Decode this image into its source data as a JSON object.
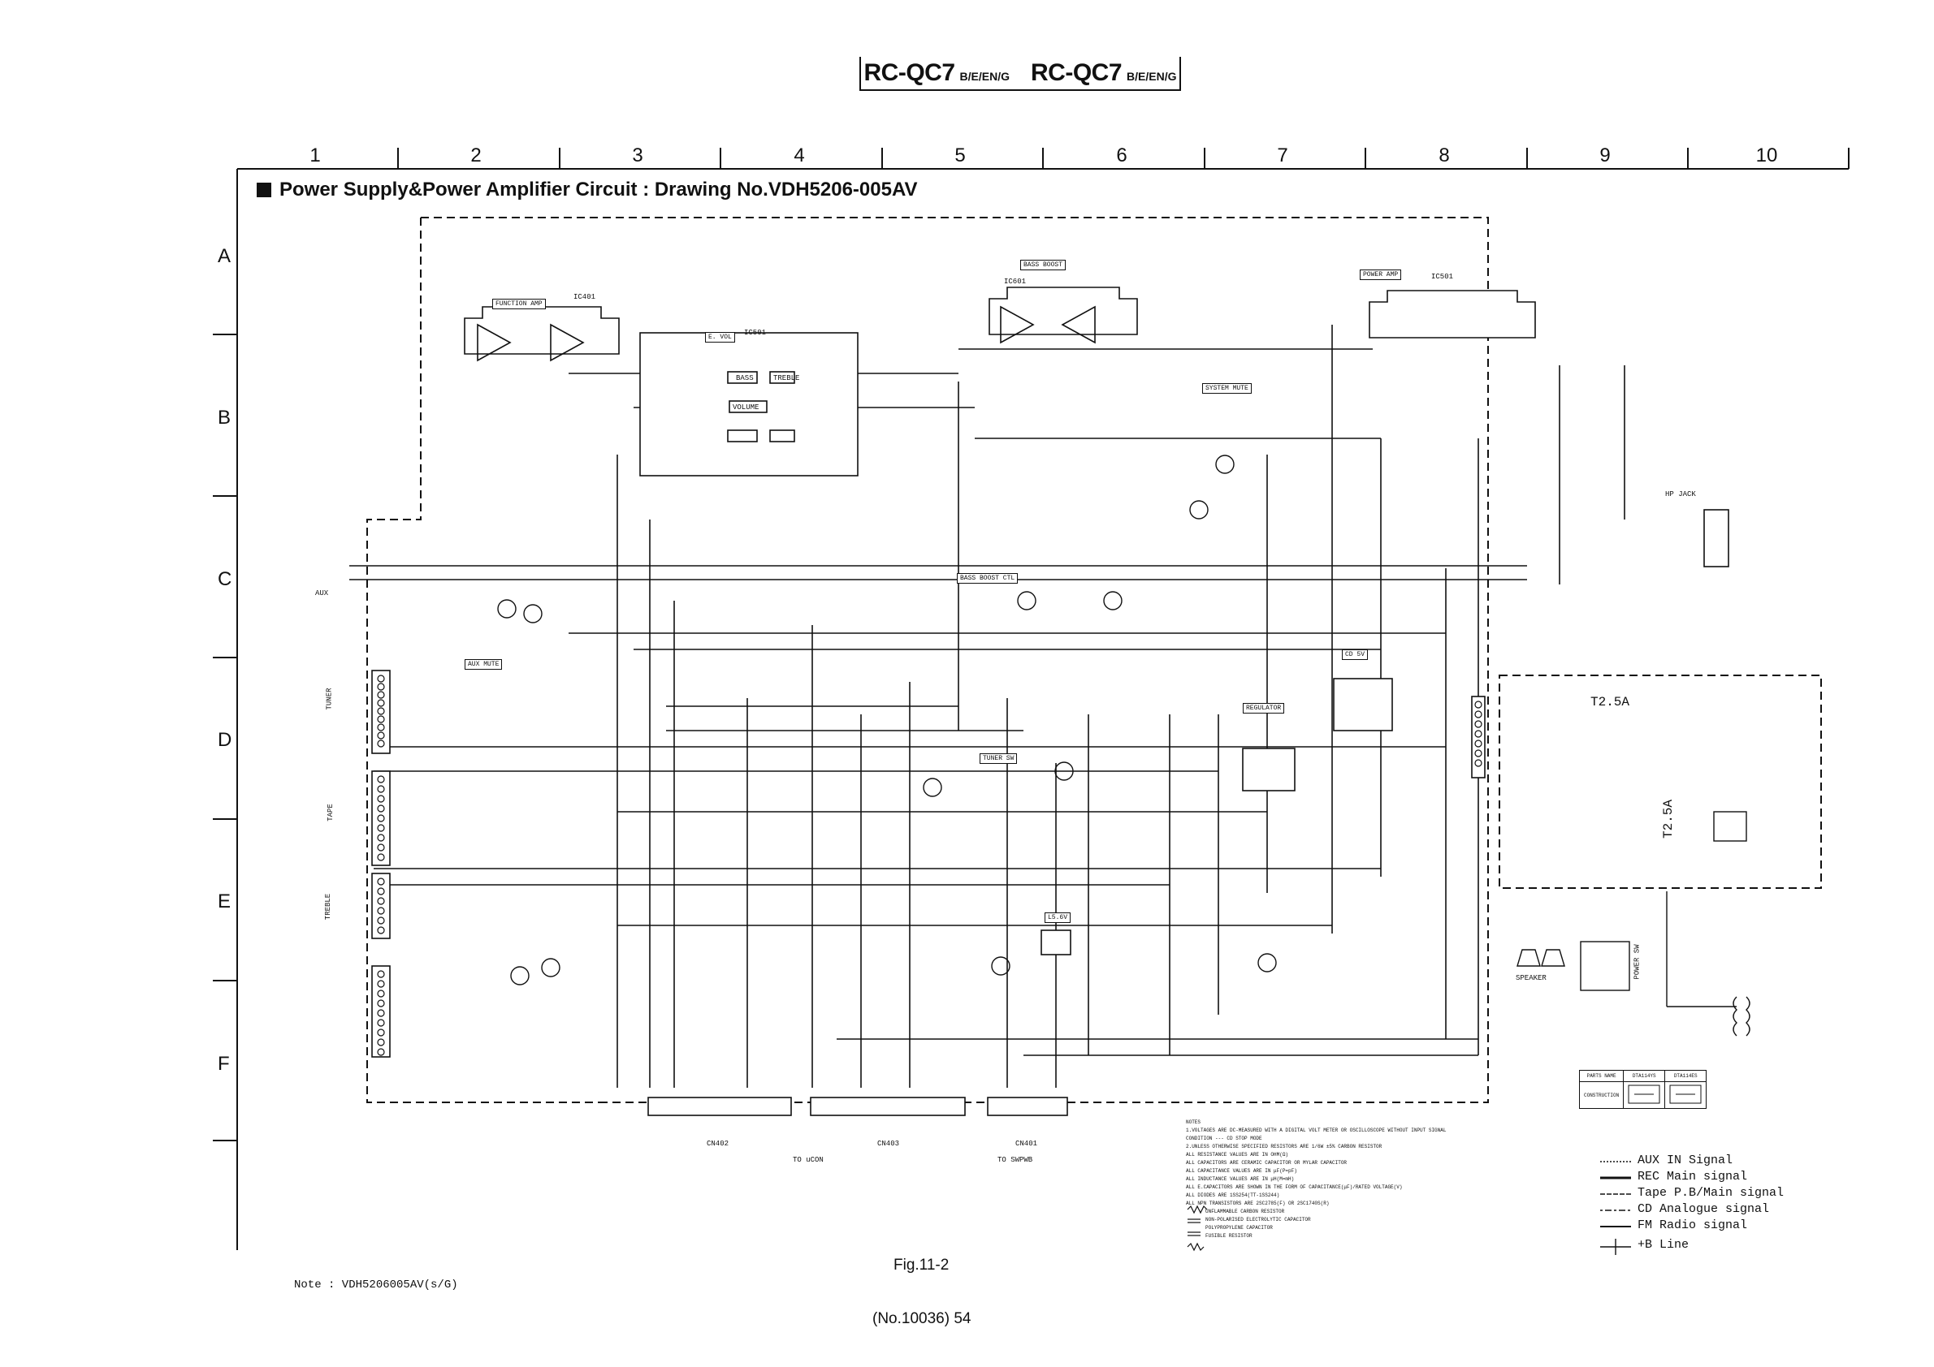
{
  "header": {
    "models": [
      {
        "model": "RC-QC7",
        "suffix": "B/E/EN/G"
      },
      {
        "model": "RC-QC7",
        "suffix": "B/E/EN/G"
      }
    ]
  },
  "grid": {
    "columns": [
      "1",
      "2",
      "3",
      "4",
      "5",
      "6",
      "7",
      "8",
      "9",
      "10"
    ],
    "rows": [
      "A",
      "B",
      "C",
      "D",
      "E",
      "F"
    ]
  },
  "title": "Power Supply&Power Amplifier Circuit : Drawing No.VDH5206-005AV",
  "blocks": {
    "function_amp": "FUNCTION AMP",
    "function_amp_ic": "IC401",
    "e_vol": "E. VOL",
    "e_vol_ic": "IC501",
    "bass_boost": "BASS BOOST",
    "bass_boost_ic": "IC601",
    "bass_boost_ctl": "BASS BOOST CTL",
    "power_amp": "POWER AMP",
    "power_amp_ic": "IC501",
    "system_mute": "SYSTEM MUTE",
    "aux_mute": "AUX MUTE",
    "cd_5v": "CD 5V",
    "regulator": "REGULATOR",
    "tuner_sw": "TUNER SW",
    "l5_5v": "L5.6V",
    "hp_jack": "HP JACK",
    "aux": "AUX",
    "bass": "BASS",
    "treble": "TREBLE",
    "volume": "VOLUME",
    "fuse_1": "T2.5A",
    "fuse_2": "T2.5A"
  },
  "connectors": {
    "tuner": "TUNER",
    "tape": "TAPE",
    "treble": "TREBLE",
    "cn402": "CN402",
    "cn403": "CN403",
    "cn401": "CN401",
    "to_ucon": "TO uCON",
    "to_swpwb": "TO SWPWB",
    "speaker": "SPEAKER",
    "power_sw": "POWER SW"
  },
  "parts_table": {
    "headers": [
      "PARTS NAME",
      "DTA114YS",
      "DTA114ES"
    ],
    "rows": [
      [
        "",
        "DTA114YS",
        "DTA114ES"
      ],
      [
        "CONSTRUCTION",
        "",
        ""
      ]
    ]
  },
  "notes": [
    "NOTES",
    "1.VOLTAGES ARE DC-MEASURED WITH A DIGITAL VOLT METER OR OSCILLOSCOPE WITHOUT INPUT SIGNAL",
    "  CONDITION --- CD STOP MODE",
    "2.UNLESS OTHERWISE SPECIFIED RESISTORS ARE 1/6W ±5% CARBON RESISTOR",
    "  ALL RESISTANCE VALUES ARE IN OHM(Ω)",
    "  ALL CAPACITORS ARE CERAMIC CAPACITOR OR MYLAR CAPACITOR",
    "  ALL CAPACITANCE VALUES ARE IN μF(P=pF)",
    "  ALL INDUCTANCE VALUES ARE IN μH(M=mH)",
    "  ALL E.CAPACITORS ARE SHOWN IN THE FORM OF CAPACITANCE(μF)/RATED VOLTAGE(V)",
    "  ALL DIODES ARE 1SS254(TT-1SS244)",
    "  ALL NPN TRANSISTORS ARE 2SC2785(F) OR 2SC1740S(R)",
    "UNFLAMMABLE CARBON RESISTOR",
    "NON-POLARISED ELECTROLYTIC CAPACITOR",
    "POLYPROPYLENE CAPACITOR",
    "FUSIBLE RESISTOR"
  ],
  "legend": [
    {
      "label": "AUX IN Signal"
    },
    {
      "label": "REC Main signal"
    },
    {
      "label": "Tape P.B/Main signal"
    },
    {
      "label": "CD Analogue signal"
    },
    {
      "label": "FM Radio signal"
    },
    {
      "label": "+B Line"
    }
  ],
  "footer": {
    "fig": "Fig.11-2",
    "note": "Note : VDH5206005AV(s/G)",
    "page": "(No.10036) 54"
  }
}
